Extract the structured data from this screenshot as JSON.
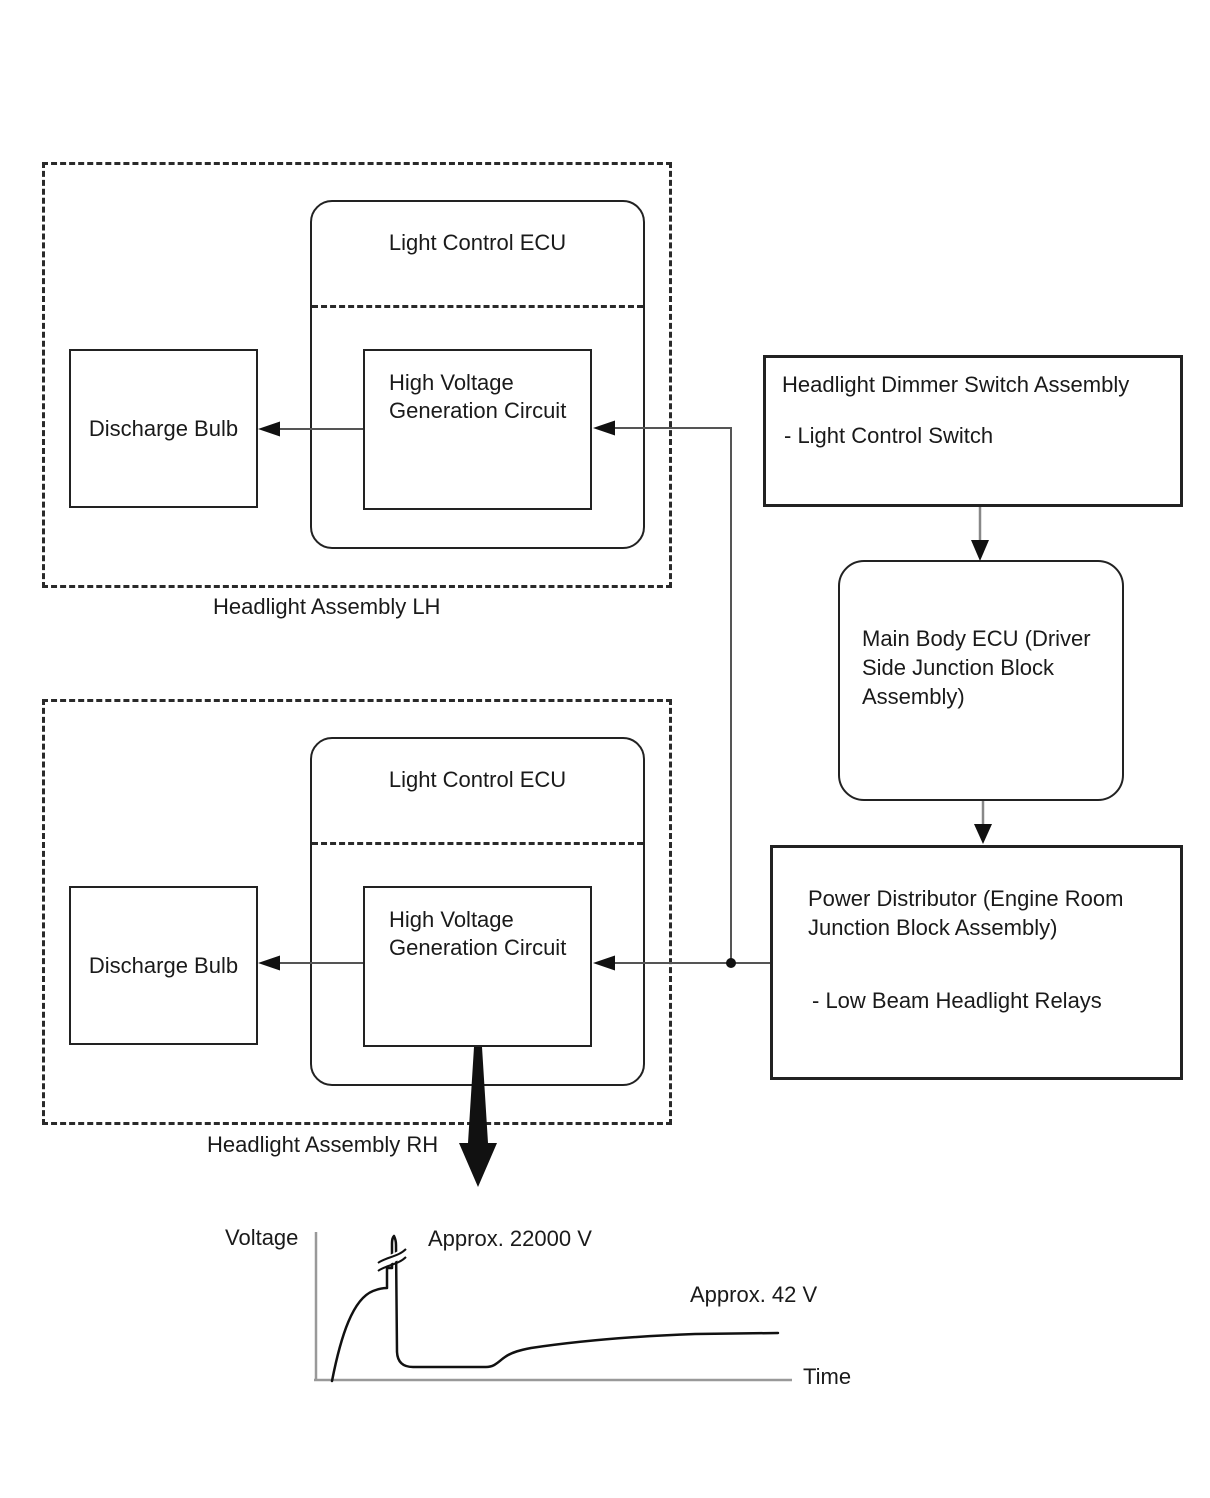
{
  "lh": {
    "label": "Headlight Assembly LH",
    "ecu_title": "Light Control ECU",
    "hv_line1": "High Voltage",
    "hv_line2": "Generation Circuit",
    "bulb": "Discharge Bulb"
  },
  "rh": {
    "label": "Headlight Assembly RH",
    "ecu_title": "Light Control ECU",
    "hv_line1": "High Voltage",
    "hv_line2": "Generation Circuit",
    "bulb": "Discharge Bulb"
  },
  "dimmer_switch": {
    "title": "Headlight Dimmer Switch Assembly",
    "item": "- Light Control Switch"
  },
  "main_body_ecu": {
    "line1": "Main Body ECU (Driver",
    "line2": "Side Junction Block",
    "line3": "Assembly)"
  },
  "power_distributor": {
    "line1": "Power Distributor (Engine Room",
    "line2": "Junction Block Assembly)",
    "item": "- Low Beam Headlight Relays"
  },
  "graph": {
    "type": "line",
    "y_axis_label": "Voltage",
    "x_axis_label": "Time",
    "peak_annotation": "Approx. 22000 V",
    "steady_annotation": "Approx. 42 V",
    "description": "Discharge bulb voltage over time: initial rise, spike to approx. 22000 V (axis break), drop to low level, then gradual stabilization at approx. 42 V"
  },
  "colors": {
    "line_black": "#111111",
    "border_black": "#222222",
    "connector_gray": "#777777",
    "axis_gray": "#999999",
    "background": "#ffffff"
  }
}
